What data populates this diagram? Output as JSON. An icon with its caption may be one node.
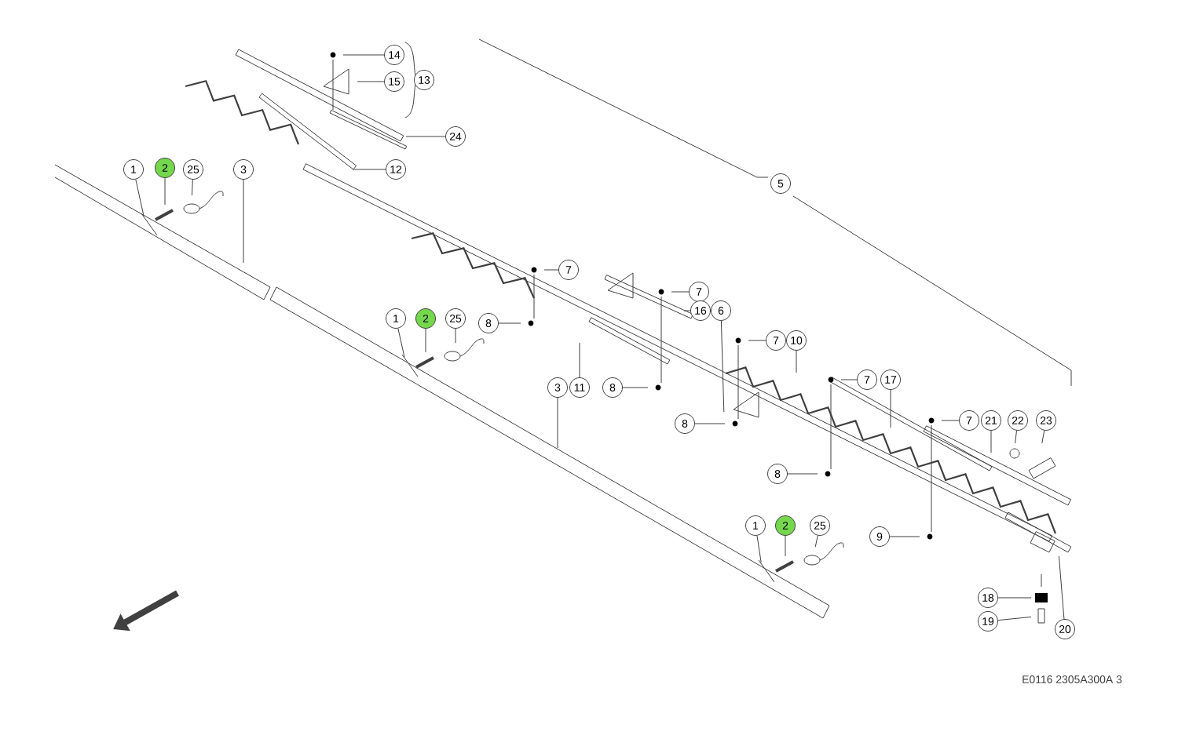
{
  "diagram": {
    "nodes": [
      {
        "text": [
          "14"
        ]
      },
      {
        "text": [
          "15"
        ]
      },
      {
        "text": [
          "13"
        ]
      },
      {
        "text": [
          "24"
        ]
      },
      {
        "text": [
          "1"
        ]
      },
      {
        "text": [
          "2"
        ]
      },
      {
        "text": [
          "25"
        ]
      },
      {
        "text": [
          "3"
        ]
      },
      {
        "text": [
          "12"
        ]
      },
      {
        "text": [
          "5"
        ]
      },
      {
        "text": [
          "7"
        ]
      },
      {
        "text": [
          "7"
        ]
      },
      {
        "text": [
          "16"
        ]
      },
      {
        "text": [
          "6"
        ]
      },
      {
        "text": [
          "1"
        ]
      },
      {
        "text": [
          "2"
        ]
      },
      {
        "text": [
          "25"
        ]
      },
      {
        "text": [
          "8"
        ]
      },
      {
        "text": [
          "7"
        ]
      },
      {
        "text": [
          "10"
        ]
      },
      {
        "text": [
          "7"
        ]
      },
      {
        "text": [
          "17"
        ]
      },
      {
        "text": [
          "3"
        ]
      },
      {
        "text": [
          "11"
        ]
      },
      {
        "text": [
          "8"
        ]
      },
      {
        "text": [
          "7"
        ]
      },
      {
        "text": [
          "21"
        ]
      },
      {
        "text": [
          "22"
        ]
      },
      {
        "text": [
          "23"
        ]
      },
      {
        "text": [
          "8"
        ]
      },
      {
        "text": [
          "8"
        ]
      },
      {
        "text": [
          "1"
        ]
      },
      {
        "text": [
          "2"
        ]
      },
      {
        "text": [
          "25"
        ]
      },
      {
        "text": [
          "9"
        ]
      },
      {
        "text": [
          "18"
        ]
      },
      {
        "text": [
          "19"
        ]
      },
      {
        "text": [
          "20"
        ]
      }
    ],
    "edges": [
      {
        "from": 0,
        "to": null,
        "arrow": "none"
      },
      {
        "from": 1,
        "to": null,
        "arrow": "none"
      },
      {
        "from": 3,
        "to": null,
        "arrow": "none"
      },
      {
        "from": 4,
        "to": null,
        "arrow": "none"
      },
      {
        "from": 5,
        "to": null,
        "arrow": "none"
      },
      {
        "from": 6,
        "to": null,
        "arrow": "none"
      },
      {
        "from": 7,
        "to": null,
        "arrow": "none"
      },
      {
        "from": 8,
        "to": null,
        "arrow": "none"
      },
      {
        "from": 10,
        "to": null,
        "arrow": "none"
      },
      {
        "from": 11,
        "to": null,
        "arrow": "none"
      },
      {
        "from": 12,
        "to": null,
        "arrow": "none"
      },
      {
        "from": 13,
        "to": null,
        "arrow": "none"
      },
      {
        "from": 14,
        "to": null,
        "arrow": "none"
      },
      {
        "from": 15,
        "to": null,
        "arrow": "none"
      },
      {
        "from": 16,
        "to": null,
        "arrow": "none"
      },
      {
        "from": 17,
        "to": null,
        "arrow": "none"
      },
      {
        "from": 18,
        "to": null,
        "arrow": "none"
      },
      {
        "from": 19,
        "to": null,
        "arrow": "none"
      },
      {
        "from": 20,
        "to": null,
        "arrow": "none"
      },
      {
        "from": 21,
        "to": null,
        "arrow": "none"
      },
      {
        "from": 22,
        "to": null,
        "arrow": "none"
      },
      {
        "from": 23,
        "to": null,
        "arrow": "none"
      },
      {
        "from": 24,
        "to": null,
        "arrow": "none"
      },
      {
        "from": 25,
        "to": null,
        "arrow": "none"
      },
      {
        "from": 26,
        "to": null,
        "arrow": "none"
      },
      {
        "from": 27,
        "to": null,
        "arrow": "none"
      },
      {
        "from": 28,
        "to": null,
        "arrow": "none"
      },
      {
        "from": 29,
        "to": null,
        "arrow": "none"
      },
      {
        "from": 30,
        "to": null,
        "arrow": "none"
      },
      {
        "from": 31,
        "to": null,
        "arrow": "none"
      },
      {
        "from": 32,
        "to": null,
        "arrow": "none"
      },
      {
        "from": 33,
        "to": null,
        "arrow": "none"
      },
      {
        "from": 34,
        "to": null,
        "arrow": "none"
      },
      {
        "from": 35,
        "to": null,
        "arrow": "none"
      },
      {
        "from": 36,
        "to": null,
        "arrow": "none"
      },
      {
        "from": 37,
        "to": null,
        "arrow": "none"
      }
    ],
    "labels": [
      "E0116 2305A300A 3"
    ]
  }
}
